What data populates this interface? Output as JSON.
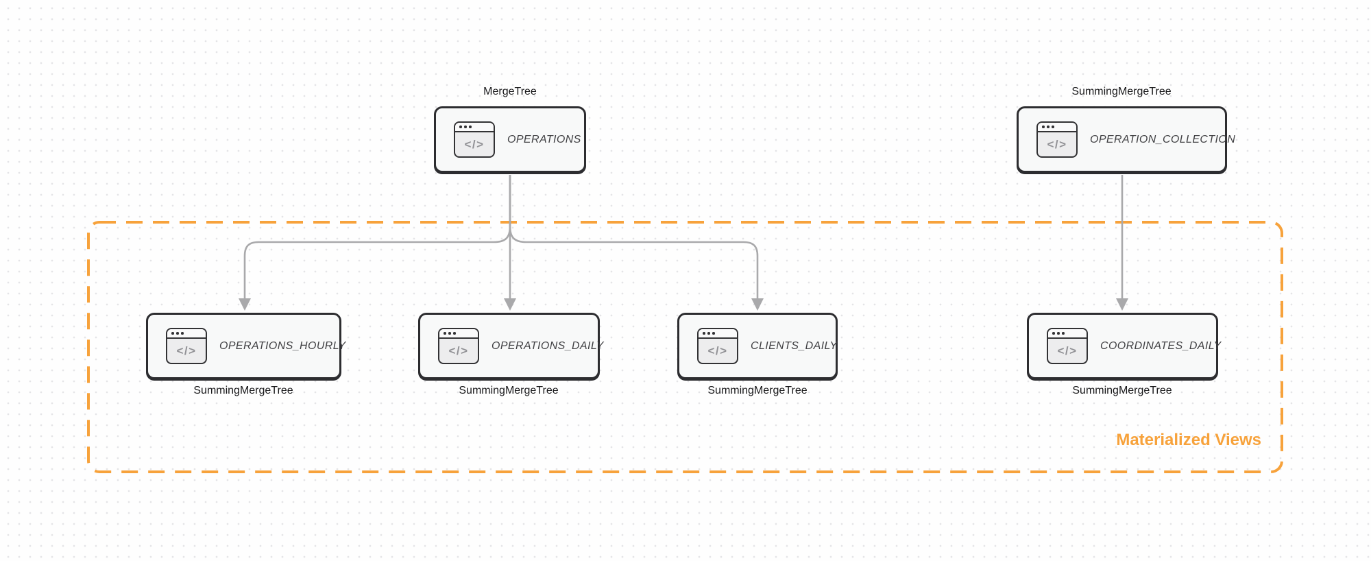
{
  "diagram": {
    "group": {
      "label": "Materialized Views"
    },
    "icon": {
      "name": "code-window-icon",
      "glyph": "</>"
    },
    "nodes": [
      {
        "id": "operations",
        "title": "OPERATIONS",
        "engine_label": "MergeTree",
        "engine_position": "above"
      },
      {
        "id": "operation_collection",
        "title": "OPERATION_COLLECTION",
        "engine_label": "SummingMergeTree",
        "engine_position": "above"
      },
      {
        "id": "operations_hourly",
        "title": "OPERATIONS_HOURLY",
        "engine_label": "SummingMergeTree",
        "engine_position": "below"
      },
      {
        "id": "operations_daily",
        "title": "OPERATIONS_DAILY",
        "engine_label": "SummingMergeTree",
        "engine_position": "below"
      },
      {
        "id": "clients_daily",
        "title": "CLIENTS_DAILY",
        "engine_label": "SummingMergeTree",
        "engine_position": "below"
      },
      {
        "id": "coordinates_daily",
        "title": "COORDINATES_DAILY",
        "engine_label": "SummingMergeTree",
        "engine_position": "below"
      }
    ],
    "edges": [
      {
        "from": "operations",
        "to": "operations_hourly"
      },
      {
        "from": "operations",
        "to": "operations_daily"
      },
      {
        "from": "operations",
        "to": "clients_daily"
      },
      {
        "from": "operation_collection",
        "to": "coordinates_daily"
      }
    ],
    "colors": {
      "accent_orange": "#f7a23b",
      "node_border": "#2d2d30",
      "node_fill": "#f8f9f9",
      "arrow": "#a9a9ab",
      "title_text": "#3f3f42",
      "engine_label_text": "#19191b",
      "icon_glyph": "#919195",
      "dot_grid": "#e4e4e7"
    }
  }
}
